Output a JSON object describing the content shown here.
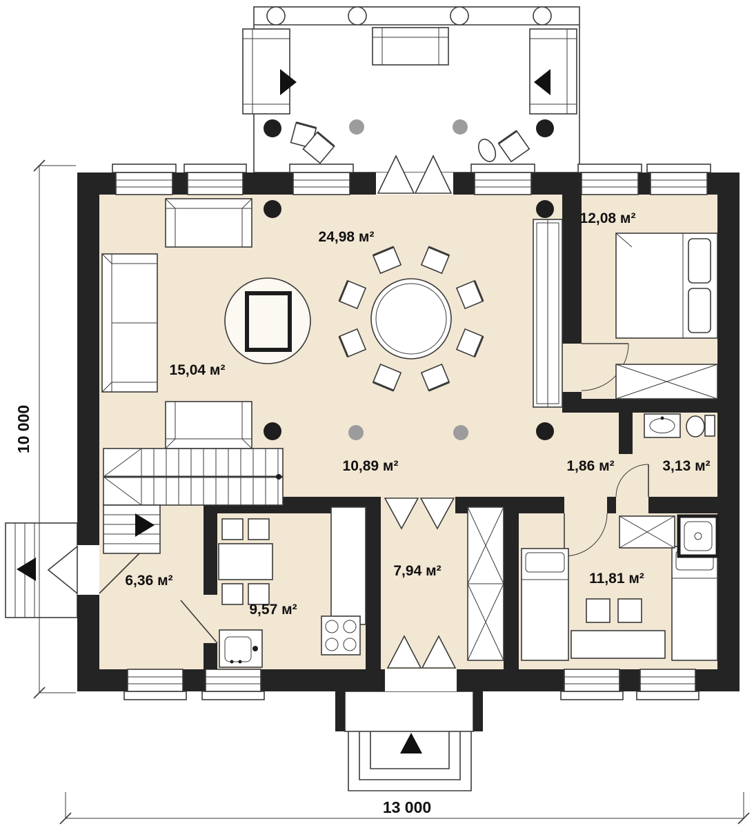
{
  "dimensions": {
    "width": "13 000",
    "height": "10 000"
  },
  "rooms": [
    {
      "id": "living-dining",
      "area": "24,98 м²"
    },
    {
      "id": "bedroom-1",
      "area": "12,08 м²"
    },
    {
      "id": "living",
      "area": "15,04 м²"
    },
    {
      "id": "hall",
      "area": "10,89 м²"
    },
    {
      "id": "closet",
      "area": "1,86 м²"
    },
    {
      "id": "bathroom",
      "area": "3,13 м²"
    },
    {
      "id": "entry",
      "area": "6,36 м²"
    },
    {
      "id": "kitchen",
      "area": "9,57 м²"
    },
    {
      "id": "child-room",
      "area": "7,94 м²"
    },
    {
      "id": "bedroom-2",
      "area": "11,81 м²"
    }
  ],
  "colors": {
    "floor": "#f2e7d3",
    "wall": "#242424",
    "line": "#3a3a3a",
    "accent_gray": "#9c9c9c",
    "paper": "#ffffff"
  }
}
